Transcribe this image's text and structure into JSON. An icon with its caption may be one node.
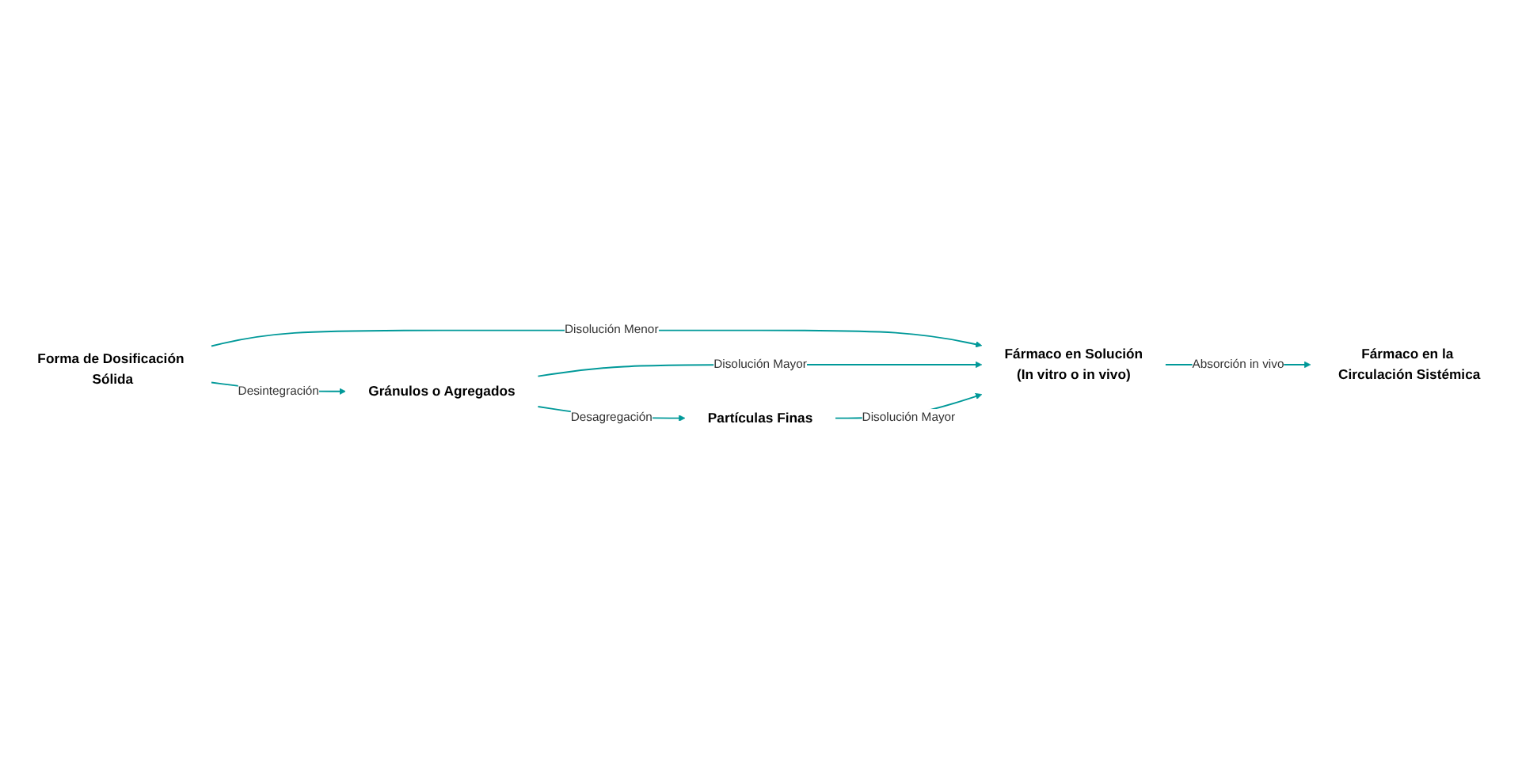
{
  "diagram": {
    "nodes": [
      {
        "text": [
          "Forma de Dosificación Sólida"
        ]
      },
      {
        "text": [
          "Gránulos o Agregados"
        ]
      },
      {
        "text": [
          "Partículas Finas"
        ]
      },
      {
        "text": [
          "Fármaco en Solución",
          "(In vitro o in vivo)"
        ]
      },
      {
        "text": [
          "Fármaco en la Circulación Sistémica"
        ]
      }
    ],
    "edges": [
      {
        "from": 0,
        "to": 1,
        "arrow": "to",
        "label": "Desintegración"
      },
      {
        "from": 1,
        "to": 2,
        "arrow": "to",
        "label": "Desagregación"
      },
      {
        "from": 0,
        "to": 3,
        "arrow": "to",
        "label": "Disolución Menor"
      },
      {
        "from": 1,
        "to": 3,
        "arrow": "to",
        "label": "Disolución Mayor"
      },
      {
        "from": 2,
        "to": 3,
        "arrow": "to",
        "label": "Disolución Mayor"
      },
      {
        "from": 3,
        "to": 4,
        "arrow": "to",
        "label": "Absorción in vivo"
      }
    ]
  }
}
